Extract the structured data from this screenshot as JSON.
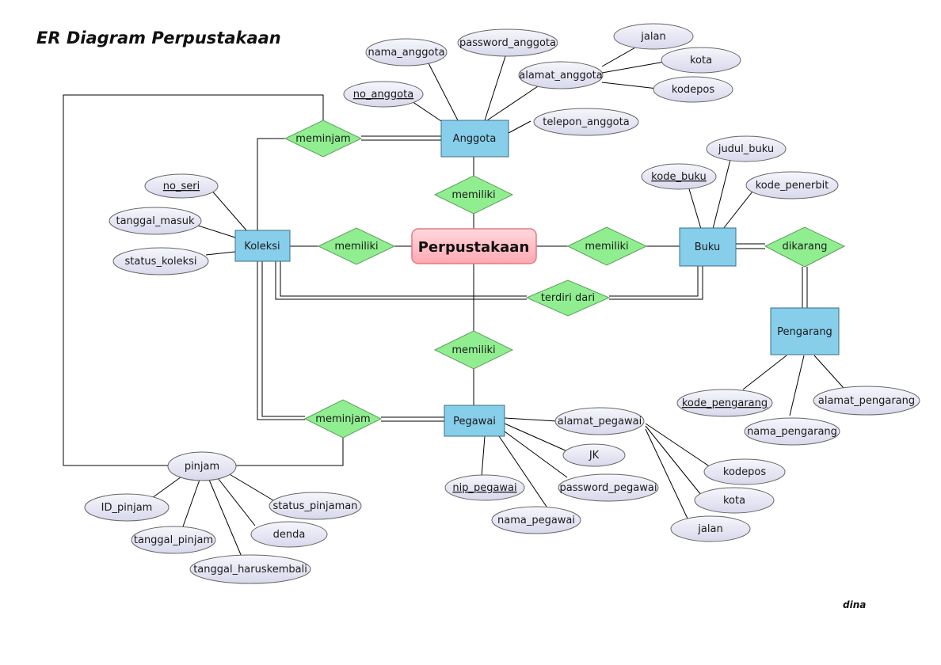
{
  "title": "ER Diagram Perpustakaan",
  "signature": "dina",
  "central_entity": "Perpustakaan",
  "entities": [
    {
      "id": "anggota",
      "label": "Anggota"
    },
    {
      "id": "koleksi",
      "label": "Koleksi"
    },
    {
      "id": "buku",
      "label": "Buku"
    },
    {
      "id": "pengarang",
      "label": "Pengarang"
    },
    {
      "id": "pegawai",
      "label": "Pegawai"
    }
  ],
  "relationships": [
    {
      "id": "rel-meminjam-top",
      "label": "meminjam"
    },
    {
      "id": "rel-memiliki-top",
      "label": "memiliki"
    },
    {
      "id": "rel-memiliki-left",
      "label": "memiliki"
    },
    {
      "id": "rel-memiliki-right",
      "label": "memiliki"
    },
    {
      "id": "rel-dikarang",
      "label": "dikarang"
    },
    {
      "id": "rel-terdiri-dari",
      "label": "terdiri dari"
    },
    {
      "id": "rel-memiliki-bottom",
      "label": "memiliki"
    },
    {
      "id": "rel-meminjam-bottom",
      "label": "meminjam"
    },
    {
      "id": "pinjam",
      "label": "pinjam"
    }
  ],
  "attributes": [
    {
      "id": "nama_anggota",
      "label": "nama_anggota",
      "key": false
    },
    {
      "id": "password_anggota",
      "label": "password_anggota",
      "key": false
    },
    {
      "id": "jalan_anggota",
      "label": "jalan",
      "key": false
    },
    {
      "id": "kota_anggota",
      "label": "kota",
      "key": false
    },
    {
      "id": "alamat_anggota",
      "label": "alamat_anggota",
      "key": false
    },
    {
      "id": "kodepos_anggota",
      "label": "kodepos",
      "key": false
    },
    {
      "id": "no_anggota",
      "label": "no_anggota",
      "key": true
    },
    {
      "id": "telepon_anggota",
      "label": "telepon_anggota",
      "key": false
    },
    {
      "id": "no_seri",
      "label": "no_seri",
      "key": true
    },
    {
      "id": "tanggal_masuk",
      "label": "tanggal_masuk",
      "key": false
    },
    {
      "id": "status_koleksi",
      "label": "status_koleksi",
      "key": false
    },
    {
      "id": "judul_buku",
      "label": "judul_buku",
      "key": false
    },
    {
      "id": "kode_buku",
      "label": "kode_buku",
      "key": true
    },
    {
      "id": "kode_penerbit",
      "label": "kode_penerbit",
      "key": false
    },
    {
      "id": "kode_pengarang",
      "label": "kode_pengarang",
      "key": true
    },
    {
      "id": "alamat_pengarang",
      "label": "alamat_pengarang",
      "key": false
    },
    {
      "id": "nama_pengarang",
      "label": "nama_pengarang",
      "key": false
    },
    {
      "id": "alamat_pegawai",
      "label": "alamat_pegawai",
      "key": false
    },
    {
      "id": "jk",
      "label": "JK",
      "key": false
    },
    {
      "id": "kodepos_pegawai",
      "label": "kodepos",
      "key": false
    },
    {
      "id": "nip_pegawai",
      "label": "nip_pegawai",
      "key": true
    },
    {
      "id": "password_pegawai",
      "label": "password_pegawai",
      "key": false
    },
    {
      "id": "kota_pegawai",
      "label": "kota",
      "key": false
    },
    {
      "id": "nama_pegawai",
      "label": "nama_pegawai",
      "key": false
    },
    {
      "id": "jalan_pegawai",
      "label": "jalan",
      "key": false
    },
    {
      "id": "id_pinjam",
      "label": "ID_pinjam",
      "key": false
    },
    {
      "id": "status_pinjaman",
      "label": "status_pinjaman",
      "key": false
    },
    {
      "id": "denda",
      "label": "denda",
      "key": false
    },
    {
      "id": "tanggal_pinjam",
      "label": "tanggal_pinjam",
      "key": false
    },
    {
      "id": "tanggal_haruskembali",
      "label": "tanggal_haruskembali",
      "key": false
    }
  ],
  "colors": {
    "entity_fill": "#87ceeb",
    "relationship_fill": "#90ee90",
    "attribute_fill": "#e8e8f5",
    "central_fill": "#ffc0c8",
    "central_stroke": "#e07a84"
  }
}
